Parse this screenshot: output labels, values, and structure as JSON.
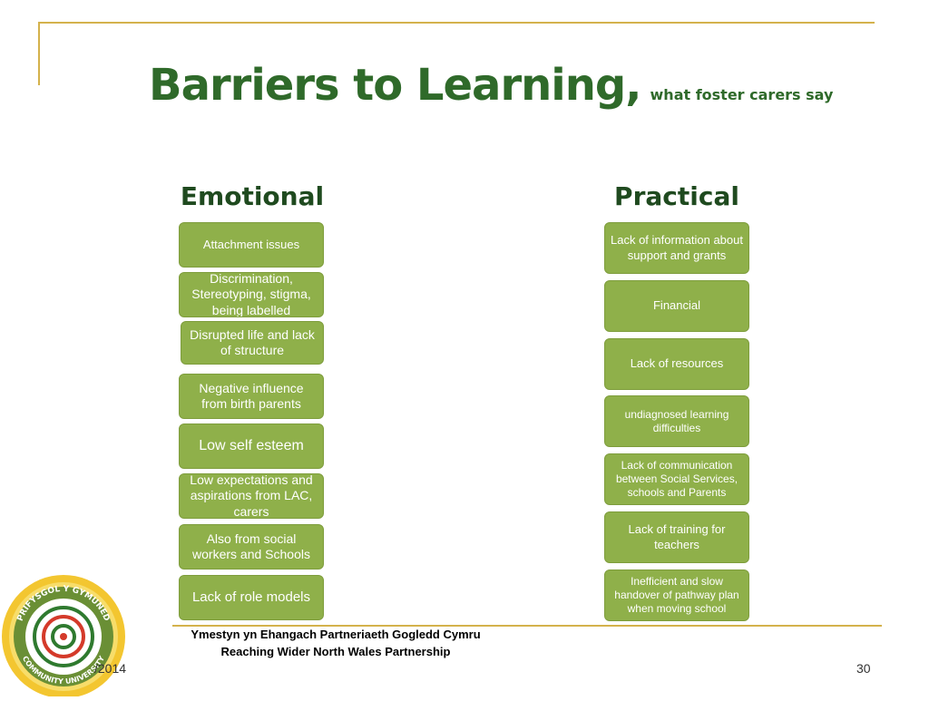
{
  "slide": {
    "title": "Barriers to Learning,",
    "subtitle": "what foster carers say"
  },
  "columns": {
    "emotional": {
      "heading": "Emotional",
      "items": [
        "Attachment issues",
        "Discrimination, Stereotyping, stigma, being labelled",
        "Disrupted life and lack of structure",
        "Negative influence from birth parents",
        "Low self esteem",
        "Low expectations and aspirations from LAC, carers",
        "Also from social workers and Schools",
        "Lack of role models"
      ]
    },
    "practical": {
      "heading": "Practical",
      "items": [
        "Lack of information about support and grants",
        "Financial",
        "Lack of resources",
        "undiagnosed learning difficulties",
        "Lack of communication between Social Services, schools and Parents",
        "Lack of training for teachers",
        "Inefficient and slow handover of pathway plan when moving school"
      ]
    }
  },
  "footer": {
    "line1": "Ymestyn yn Ehangach Partneriaeth Gogledd Cymru",
    "line2": "Reaching Wider North Wales Partnership",
    "date": "/2014",
    "page_number": "30"
  },
  "logo": {
    "text_top": "PRIFYSGOL Y GYMUNED",
    "text_bottom": "COMMUNITY UNIVERSITY"
  },
  "colors": {
    "title_green": "#2f6a2a",
    "box_green": "#8fb04a",
    "rule_gold": "#d4b24c"
  }
}
